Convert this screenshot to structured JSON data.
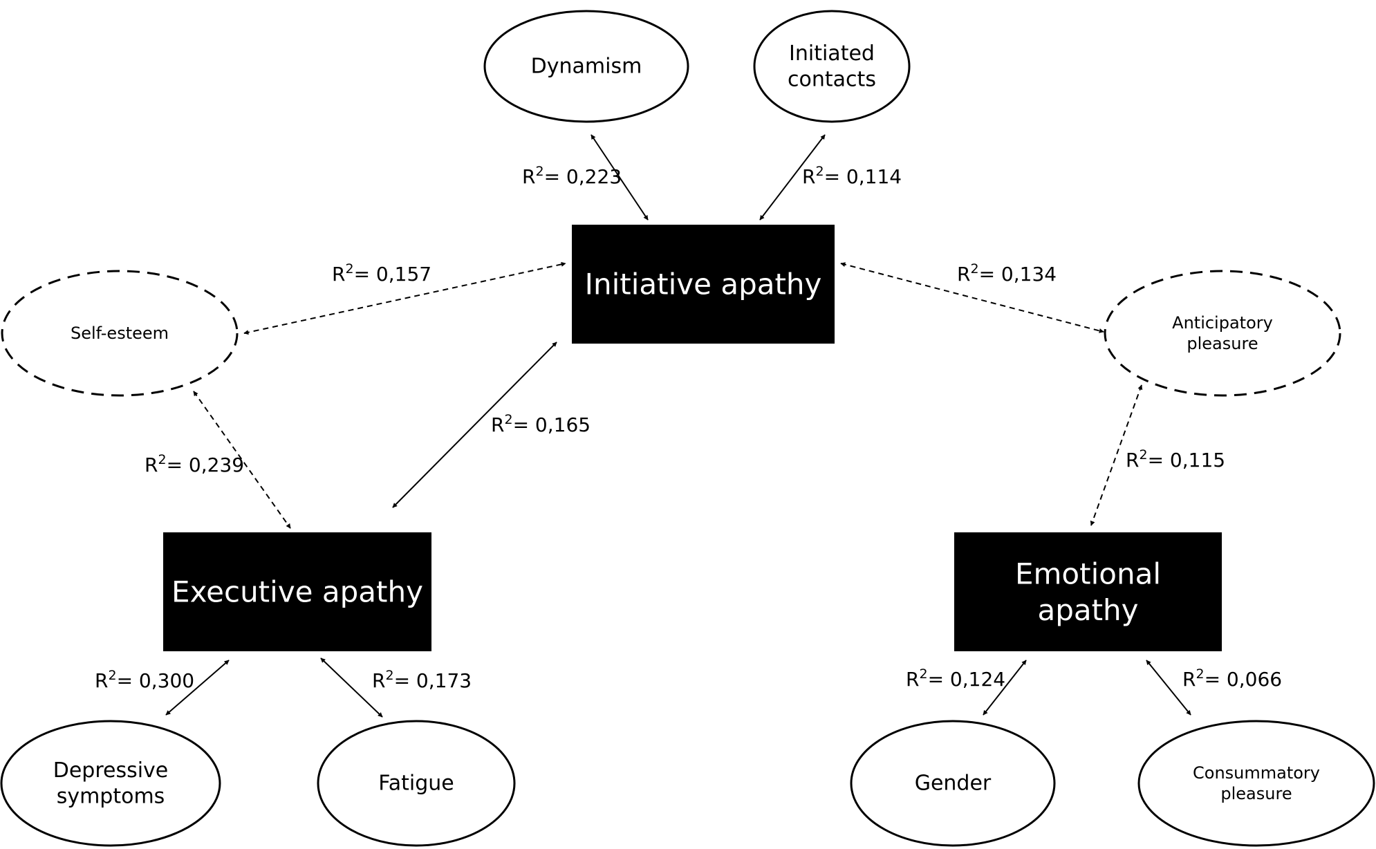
{
  "nodes": {
    "initiative_apathy": {
      "lines": [
        "Initiative apathy"
      ]
    },
    "executive_apathy": {
      "lines": [
        "Executive apathy"
      ]
    },
    "emotional_apathy": {
      "lines": [
        "Emotional",
        "apathy"
      ]
    },
    "dynamism": {
      "lines": [
        "Dynamism"
      ]
    },
    "initiated_contacts": {
      "lines": [
        "Initiated",
        "contacts"
      ]
    },
    "self_esteem": {
      "lines": [
        "Self-esteem"
      ]
    },
    "anticipatory_pleasure": {
      "lines": [
        "Anticipatory",
        "pleasure"
      ]
    },
    "depressive_symptoms": {
      "lines": [
        "Depressive",
        "symptoms"
      ]
    },
    "fatigue": {
      "lines": [
        "Fatigue"
      ]
    },
    "gender": {
      "lines": [
        "Gender"
      ]
    },
    "consummatory_pleasure": {
      "lines": [
        "Consummatory",
        "pleasure"
      ]
    }
  },
  "edges": [
    {
      "id": "dynamism-initiative",
      "r2": "0,223",
      "style": "solid"
    },
    {
      "id": "contacts-initiative",
      "r2": "0,114",
      "style": "solid"
    },
    {
      "id": "selfesteem-initiative",
      "r2": "0,157",
      "style": "dashed"
    },
    {
      "id": "initiative-anticipatory",
      "r2": "0,134",
      "style": "dashed"
    },
    {
      "id": "selfesteem-executive",
      "r2": "0,239",
      "style": "dashed"
    },
    {
      "id": "executive-initiative",
      "r2": "0,165",
      "style": "solid"
    },
    {
      "id": "anticipatory-emotional",
      "r2": "0,115",
      "style": "dashed"
    },
    {
      "id": "executive-depressive",
      "r2": "0,300",
      "style": "solid"
    },
    {
      "id": "executive-fatigue",
      "r2": "0,173",
      "style": "solid"
    },
    {
      "id": "emotional-gender",
      "r2": "0,124",
      "style": "solid"
    },
    {
      "id": "emotional-consummatory",
      "r2": "0,066",
      "style": "solid"
    }
  ],
  "r2_prefix": "R",
  "r2_superscript": "2",
  "r2_equals": "= "
}
